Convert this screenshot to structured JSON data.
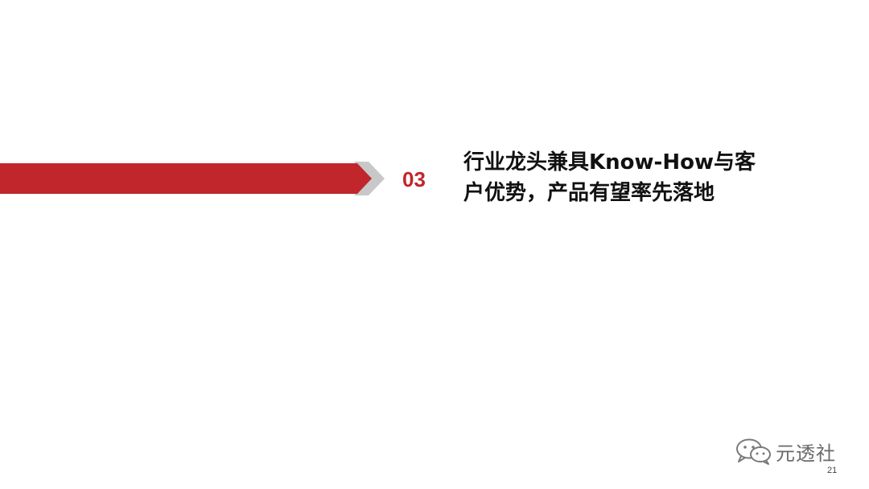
{
  "section": {
    "number": "03",
    "title": "行业龙头兼具Know-How与客户优势，产品有望率先落地"
  },
  "watermark": {
    "icon": "wechat-icon",
    "text": "元透社"
  },
  "footer": {
    "page_number": "21"
  },
  "colors": {
    "accent_red": "#c0262b",
    "arrow_gray": "#c8c8c8",
    "title_text": "#111111"
  }
}
